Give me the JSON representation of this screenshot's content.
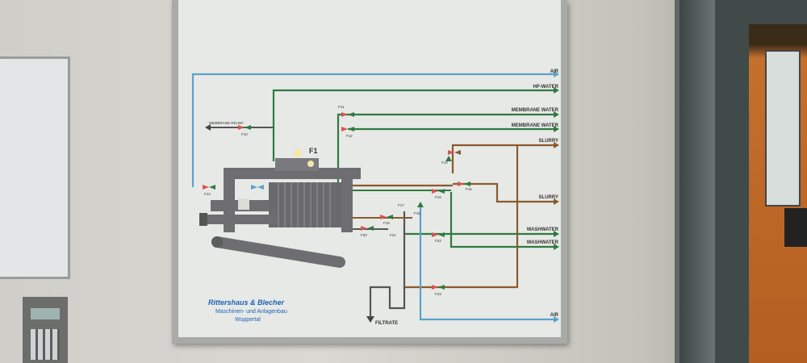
{
  "labels": {
    "air_top": "AIR",
    "hp_water": "HP-WATER",
    "membrane_water_1": "MEMBRANE WATER",
    "membrane_water_2": "MEMBRANE WATER",
    "slurry_top": "SLURRY",
    "slurry_mid": "SLURRY",
    "washwater_1": "WASHWATER",
    "washwater_2": "WASHWATER",
    "air_bottom": "AIR",
    "membrane_relief": "MEMBRANE RELIEF",
    "filtrate": "FILTRATE",
    "filter": "F1"
  },
  "valve_tags": {
    "f10": "F10",
    "f11": "F11",
    "f12": "F12",
    "f13": "F13",
    "f14": "F14",
    "f15": "F15",
    "f16": "F16",
    "f17": "F17",
    "f18": "F18",
    "f19": "F19",
    "f20": "F20",
    "f21": "F21",
    "f22": "F22",
    "f23": "F23"
  },
  "brand": {
    "name": "Rittershaus & Blecher",
    "line1": "Maschinen- und Anlagenbau",
    "line2": "Wuppertal"
  },
  "colors": {
    "air": "#5aa2c8",
    "water": "#2f7a3e",
    "slurry": "#8a5a2c",
    "machine": "#6e6e72",
    "brand": "#1e62b5"
  }
}
